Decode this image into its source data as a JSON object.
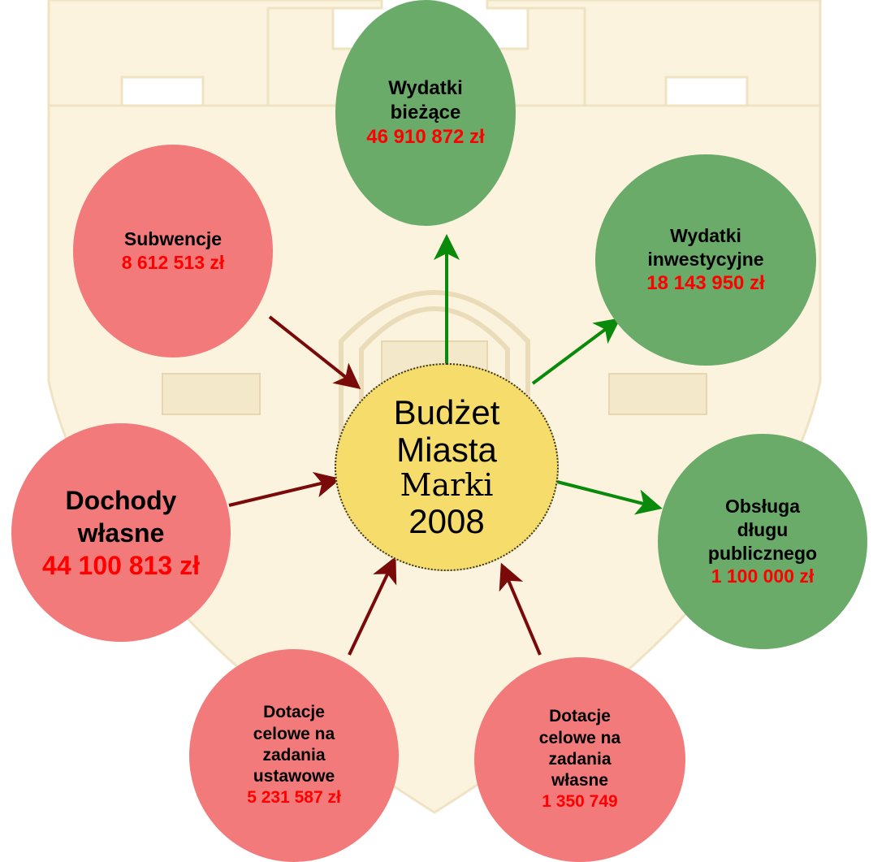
{
  "center": {
    "line1": "Budżet",
    "line2": "Miasta",
    "line3": "Marki",
    "line4": "2008"
  },
  "nodes": {
    "wydatki_biezace": {
      "label1": "Wydatki",
      "label2": "bieżące",
      "value": "46 910 872 zł"
    },
    "wydatki_inwestycyjne": {
      "label1": "Wydatki",
      "label2": "inwestycyjne",
      "value": "18 143 950 zł"
    },
    "subwencje": {
      "label1": "Subwencje",
      "value": "8 612 513 zł"
    },
    "dochody_wlasne": {
      "label1": "Dochody",
      "label2": "własne",
      "value": "44 100 813 zł"
    },
    "obsluga_dlugu": {
      "label1": "Obsługa",
      "label2": "długu",
      "label3": "publicznego",
      "value": "1 100 000 zł"
    },
    "dotacje_ustawowe": {
      "label1": "Dotacje",
      "label2": "celowe na",
      "label3": "zadania",
      "label4": "ustawowe",
      "value": "5 231 587 zł"
    },
    "dotacje_wlasne": {
      "label1": "Dotacje",
      "label2": "celowe na",
      "label3": "zadania",
      "label4": "własne",
      "value": "1 350 749"
    }
  },
  "colors": {
    "income": "#f27a7a",
    "expense": "#6aab6a",
    "center": "#f6dc6a",
    "income_arrow": "#7a0a0a",
    "expense_arrow": "#0a8a0a",
    "value_text": "#ff0000"
  }
}
